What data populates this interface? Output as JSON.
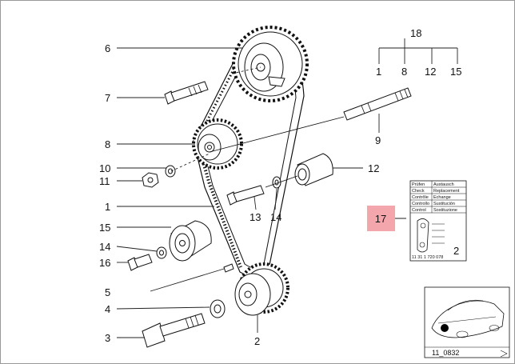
{
  "diagram": {
    "callouts": {
      "c1": "1",
      "c2": "2",
      "c3": "3",
      "c4": "4",
      "c5": "5",
      "c6": "6",
      "c7": "7",
      "c8": "8",
      "c9": "9",
      "c10": "10",
      "c11": "11",
      "c12": "12",
      "c13": "13",
      "c14": "14",
      "c14b": "14",
      "c15": "15",
      "c16": "16"
    },
    "kit_tree": {
      "root": "18",
      "children": [
        "1",
        "8",
        "12",
        "15"
      ]
    },
    "highlight": {
      "label": "17",
      "color": "#f4a6ad"
    },
    "info_card": {
      "rows": [
        {
          "left": "Prüfen",
          "right": "Austausch"
        },
        {
          "left": "Check",
          "right": "Replacement"
        },
        {
          "left": "Contrôle",
          "right": "Echange"
        },
        {
          "left": "Controllo",
          "right": "Sustitución"
        },
        {
          "left": "Control",
          "right": "Sostituzione"
        }
      ],
      "bottom_code": "11 31 1 720 078",
      "number": "2"
    },
    "thumbnail": {
      "code": "11_0832"
    }
  }
}
